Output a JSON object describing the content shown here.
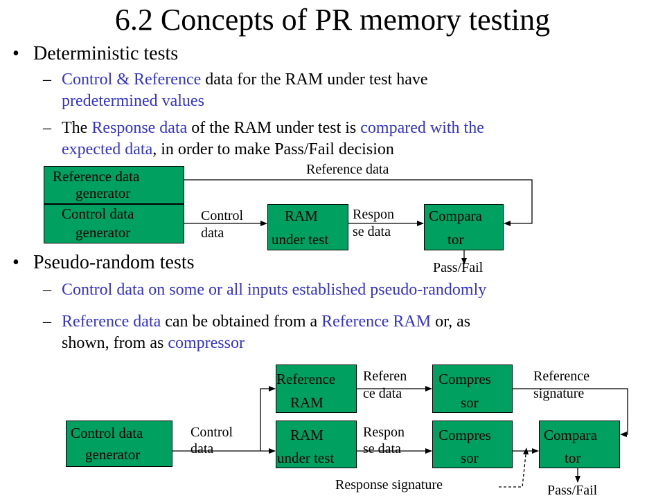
{
  "title": "6.2 Concepts of PR memory testing",
  "section1": {
    "bullet": "Deterministic tests",
    "item1": {
      "dash": "–",
      "parts": [
        "Control & Reference",
        " data for the RAM under test have",
        "predetermined values"
      ]
    },
    "item2": {
      "dash": "–",
      "parts": [
        "The ",
        "Response data",
        " of the RAM under test is ",
        "compared with the",
        "expected data",
        ", in order to make Pass/Fail decision"
      ]
    }
  },
  "diagram1": {
    "ref_gen": [
      "Reference data",
      "generator"
    ],
    "ctrl_gen": [
      "Control data",
      "generator"
    ],
    "ctrl_label": [
      "Control",
      "data"
    ],
    "ram": [
      "RAM",
      "under test"
    ],
    "resp_label": [
      "Respon",
      "se data"
    ],
    "comparator": [
      "Compara",
      "tor"
    ],
    "ref_label": "Reference data",
    "passfail": "Pass/Fail"
  },
  "section2": {
    "bullet": "Pseudo-random tests",
    "item1": {
      "dash": "–",
      "text": "Control data on some or all inputs established pseudo-randomly"
    },
    "item2": {
      "dash": "–",
      "parts": [
        "Reference data",
        " can be obtained from a ",
        "Reference RAM",
        " or, as",
        "shown,  from as ",
        "compressor"
      ]
    }
  },
  "diagram2": {
    "ctrl_gen": [
      "Control data",
      "generator"
    ],
    "ctrl_label": [
      "Control",
      "data"
    ],
    "ref_ram": [
      "Reference",
      "RAM"
    ],
    "ram": [
      "RAM",
      "under test"
    ],
    "ref_label": [
      "Referen",
      "ce data"
    ],
    "resp_label": [
      "Respon",
      "se data"
    ],
    "comp1": [
      "Compres",
      "sor"
    ],
    "comp2": [
      "Compres",
      "sor"
    ],
    "ref_sig": [
      "Reference",
      "signature"
    ],
    "comparator": [
      "Compara",
      "tor"
    ],
    "resp_sig": "Response signature",
    "passfail": "Pass/Fail"
  },
  "colors": {
    "box": "#00a060",
    "blue_text": "#3333cc"
  }
}
